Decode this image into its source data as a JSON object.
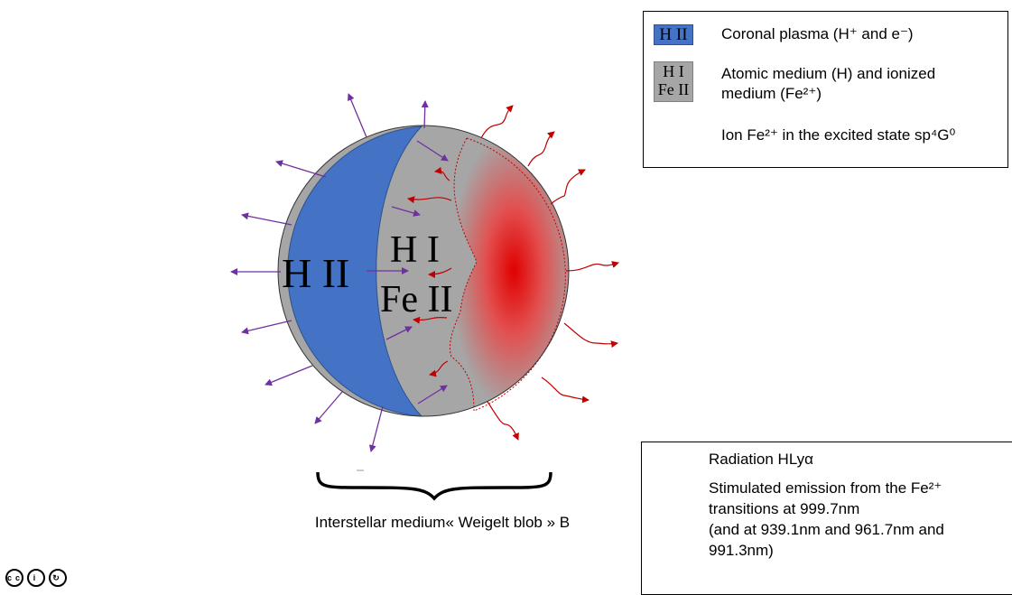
{
  "diagram": {
    "blob_labels": {
      "region_ionized": "H II",
      "region_atomic": "H I",
      "region_iron": "Fe II"
    },
    "caption": "Interstellar medium« Weigelt blob » B",
    "colors": {
      "ionized_region": "#4472c4",
      "atomic_region": "#a6a6a6",
      "excited_ion": "#e00000",
      "radiation_arrow": "#7030a0",
      "emission_arrow": "#c00000"
    }
  },
  "legend_top": {
    "item1_swatch": "H II",
    "item1_text": "Coronal plasma (H⁺ and e⁻)",
    "item2_swatch_line1": "H I",
    "item2_swatch_line2": "Fe II",
    "item2_text_line1": "Atomic medium (H) and ionized",
    "item2_text_line2": "medium (Fe²⁺)",
    "item3_text": "Ion Fe²⁺ in the excited state sp⁴G⁰"
  },
  "legend_bottom": {
    "item1_text": "Radiation HLyα",
    "item2_line1": "Stimulated emission from the Fe²⁺",
    "item2_line2": "transitions at 999.7nm",
    "item2_line3": "(and at 939.1nm and 961.7nm and",
    "item2_line4": "991.3nm)"
  },
  "license_icons": [
    "cc-icon",
    "by-icon",
    "sa-icon"
  ]
}
